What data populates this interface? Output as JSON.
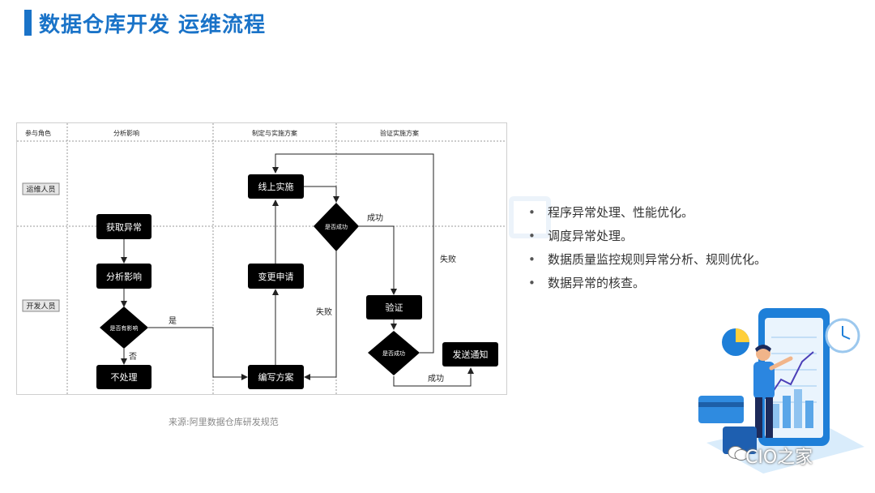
{
  "page": {
    "title": "数据仓库开发 运维流程",
    "caption": "来源:阿里数据仓库研发规范",
    "bullets": [
      "程序异常处理、性能优化。",
      "调度异常处理。",
      "数据质量监控规则异常分析、规则优化。",
      "数据异常的核查。"
    ],
    "brand": "CIO之家",
    "colors": {
      "accent": "#1a73c8",
      "node": "#000000",
      "node_text": "#ffffff"
    }
  },
  "diagram": {
    "columns": [
      "参与角色",
      "分析影响",
      "制定与实施方案",
      "验证实施方案"
    ],
    "roles": [
      "运维人员",
      "开发人员"
    ],
    "nodes": {
      "get_exception": "获取异常",
      "analyze_impact": "分析影响",
      "has_impact": "是否有影响",
      "no_action": "不处理",
      "write_plan": "编写方案",
      "change_request": "变更申请",
      "deploy": "线上实施",
      "check1": "是否成功",
      "verify": "验证",
      "check2": "是否成功",
      "notify": "发送通知"
    },
    "edge_labels": {
      "yes": "是",
      "no": "否",
      "success1": "成功",
      "fail1": "失败",
      "fail2": "失败",
      "success2": "成功"
    }
  }
}
